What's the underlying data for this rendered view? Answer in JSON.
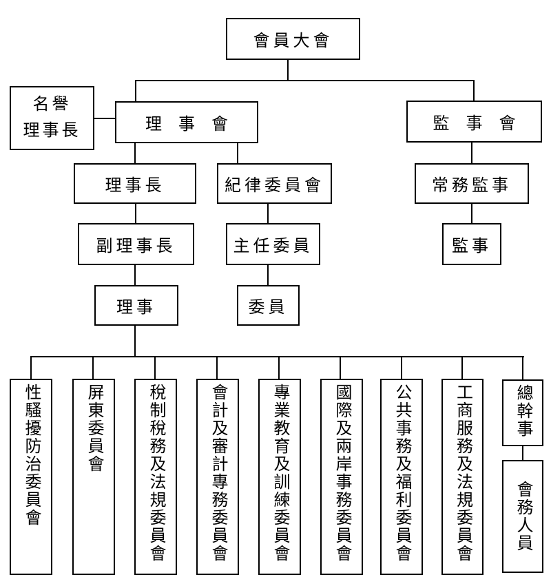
{
  "diagram": {
    "type": "organization-chart",
    "colors": {
      "line": "#000000",
      "background": "#ffffff",
      "text": "#000000"
    },
    "nodes": {
      "member_assembly": "會員大會",
      "honorary_line1": "名譽",
      "honorary_line2": "理事長",
      "board_of_directors": "理　事　會",
      "board_of_supervisors": "監　事　會",
      "chairman": "理事長",
      "discipline_committee": "紀律委員會",
      "standing_supervisor": "常務監事",
      "vice_chairman": "副理事長",
      "chief_commissioner": "主任委員",
      "supervisor": "監事",
      "director": "理事",
      "commissioner": "委員",
      "secretary_general": "總幹事",
      "staff": "會務人員"
    },
    "committees": [
      {
        "label": "性騷擾防治委員會"
      },
      {
        "label": "屏東委員會"
      },
      {
        "label": "稅制稅務及法規委員會"
      },
      {
        "label": "會計及審計專務委員會"
      },
      {
        "label": "專業教育及訓練委員會"
      },
      {
        "label": "國際及兩岸事務委員會"
      },
      {
        "label": "公共事務及福利委員會"
      },
      {
        "label": "工商服務及法規委員會"
      }
    ]
  }
}
